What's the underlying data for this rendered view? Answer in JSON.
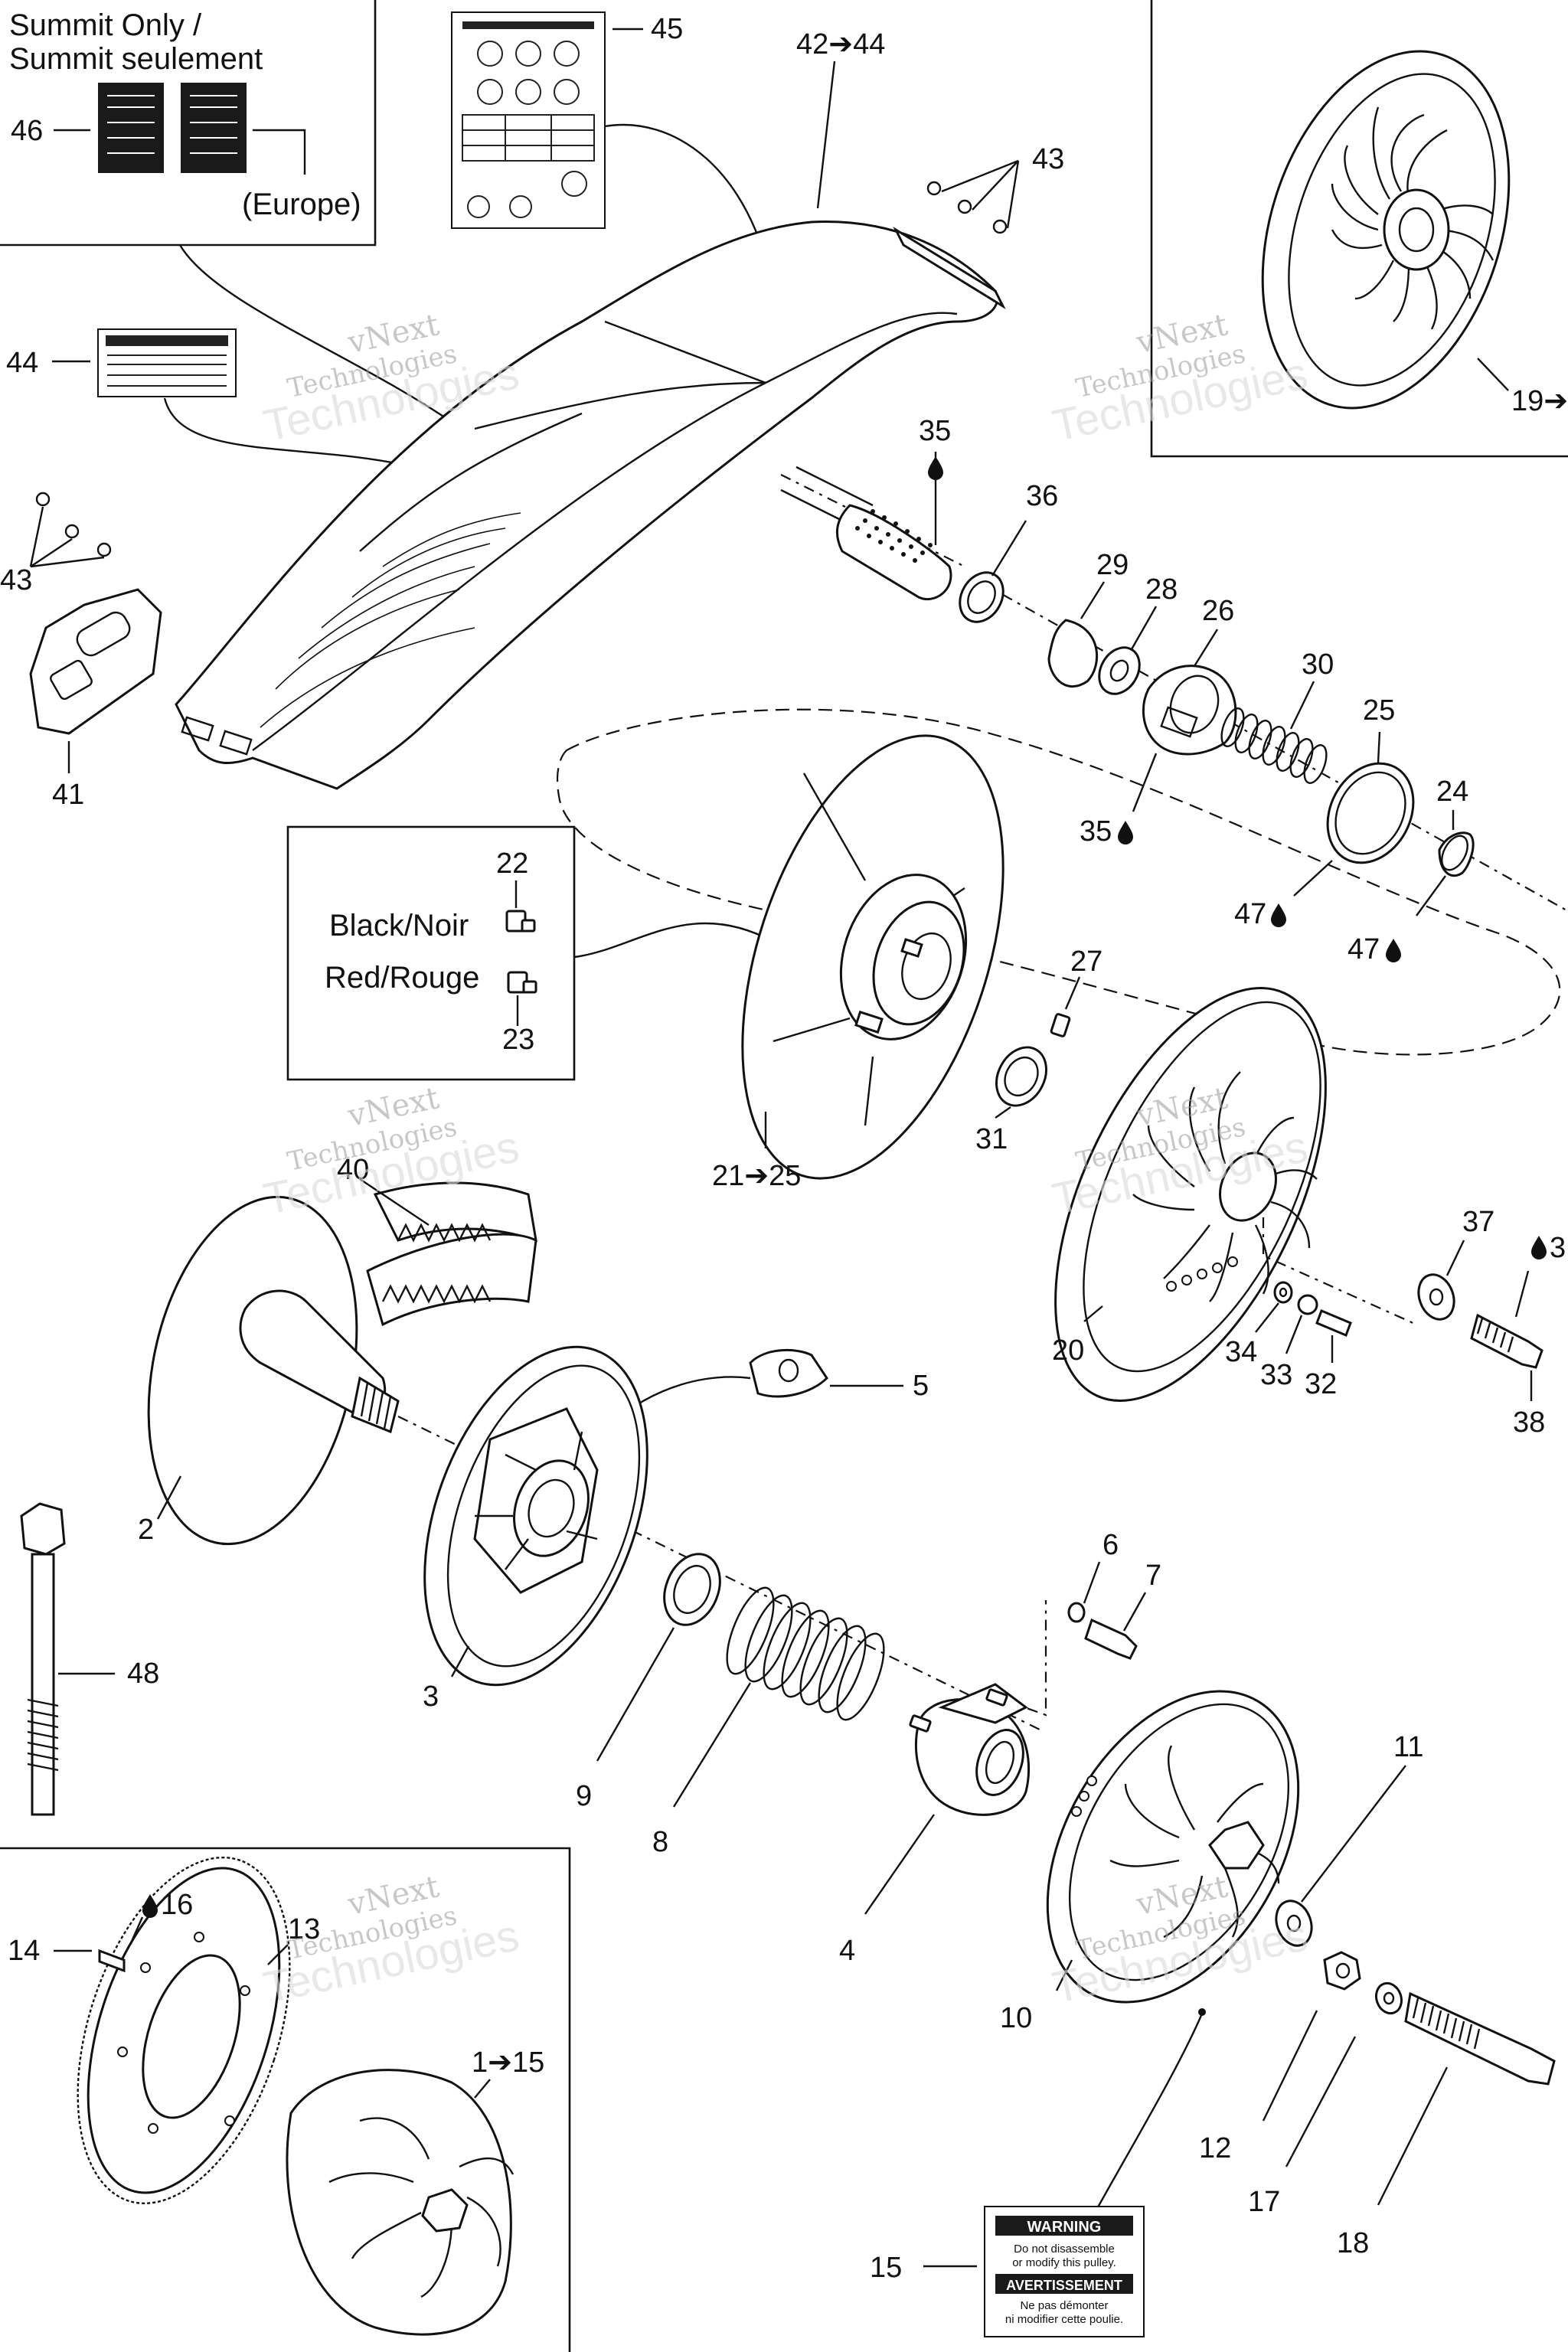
{
  "insets": {
    "summit_label_line1": "Summit Only /",
    "summit_label_line2": "Summit seulement",
    "europe_label": "(Europe)",
    "black_label": "Black/Noir",
    "red_label": "Red/Rouge"
  },
  "decals": {
    "warning_title": "WARNING",
    "warning_text_line1": "Do not disassemble",
    "warning_text_line2": "or modify this pulley.",
    "avert_title": "AVERTISSEMENT",
    "avert_text_line1": "Ne pas démonter",
    "avert_text_line2": "ni modifier cette poulie."
  },
  "watermark": {
    "line1": "vNext",
    "line2": "Technologies",
    "line3": "Technologies"
  },
  "callouts": {
    "c1_15": "1➔15",
    "c2": "2",
    "c3": "3",
    "c4": "4",
    "c5": "5",
    "c6": "6",
    "c7": "7",
    "c8": "8",
    "c9": "9",
    "c10": "10",
    "c11": "11",
    "c12": "12",
    "c13": "13",
    "c14": "14",
    "c15": "15",
    "c16": "16",
    "c17": "17",
    "c18": "18",
    "c19": "19➔",
    "c20": "20",
    "c21_25": "21➔25",
    "c22": "22",
    "c23": "23",
    "c24": "24",
    "c25": "25",
    "c26": "26",
    "c27": "27",
    "c28": "28",
    "c29": "29",
    "c30": "30",
    "c31": "31",
    "c32": "32",
    "c33": "33",
    "c34": "34",
    "c35a": "35",
    "c35b": "35",
    "c36": "36",
    "c37": "37",
    "c3r": "3",
    "c38": "38",
    "c40": "40",
    "c41": "41",
    "c42_44": "42➔44",
    "c43a": "43",
    "c43b": "43",
    "c44": "44",
    "c45": "45",
    "c46": "46",
    "c47a": "47",
    "c47b": "47",
    "c48": "48"
  },
  "icons": {
    "lube": "oil-drop-icon",
    "arrow": "arrow-right-icon"
  }
}
